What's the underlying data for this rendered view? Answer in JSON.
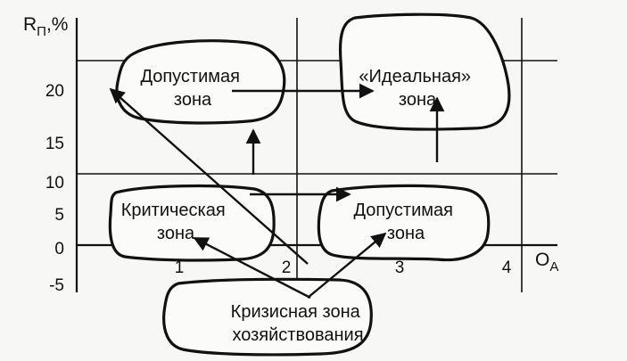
{
  "axes": {
    "y_title": "R",
    "y_title_sub": "П",
    "y_title_suffix": ",%",
    "x_title": "O",
    "x_title_sub": "A",
    "y_ticks": [
      "20",
      "15",
      "10",
      "5",
      "0",
      "-5"
    ],
    "x_ticks": [
      "1",
      "2",
      "3",
      "4"
    ]
  },
  "zones": {
    "admissible_top": [
      "Допустимая",
      "зона"
    ],
    "ideal": [
      "«Идеальная»",
      "зона"
    ],
    "critical": [
      "Критическая",
      "зона"
    ],
    "admissible_right": [
      "Допустимая",
      "зона"
    ],
    "crisis": [
      "Кризисная зона",
      "хозяйствования"
    ]
  }
}
